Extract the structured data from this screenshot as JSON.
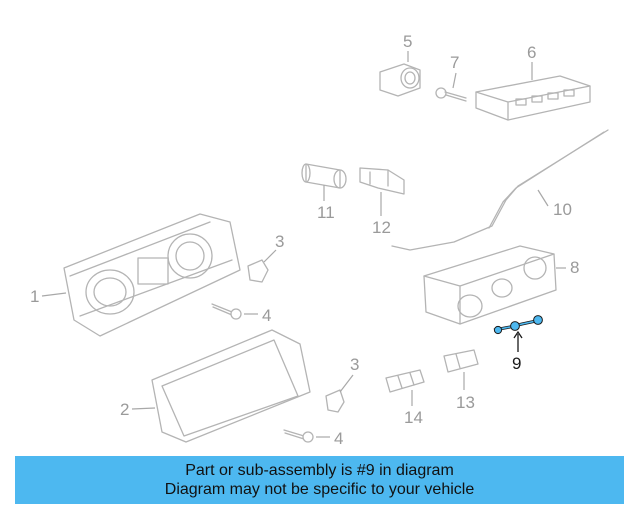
{
  "diagram": {
    "callouts": [
      "1",
      "2",
      "3",
      "3",
      "4",
      "4",
      "5",
      "6",
      "7",
      "8",
      "9",
      "10",
      "11",
      "12",
      "13",
      "14"
    ],
    "highlighted_callout": "9",
    "highlight_color": "#4db8f0"
  },
  "banner": {
    "line1": "Part or sub-assembly is #9 in diagram",
    "line2": "Diagram may not be specific to your vehicle",
    "background": "#4db8f0"
  }
}
